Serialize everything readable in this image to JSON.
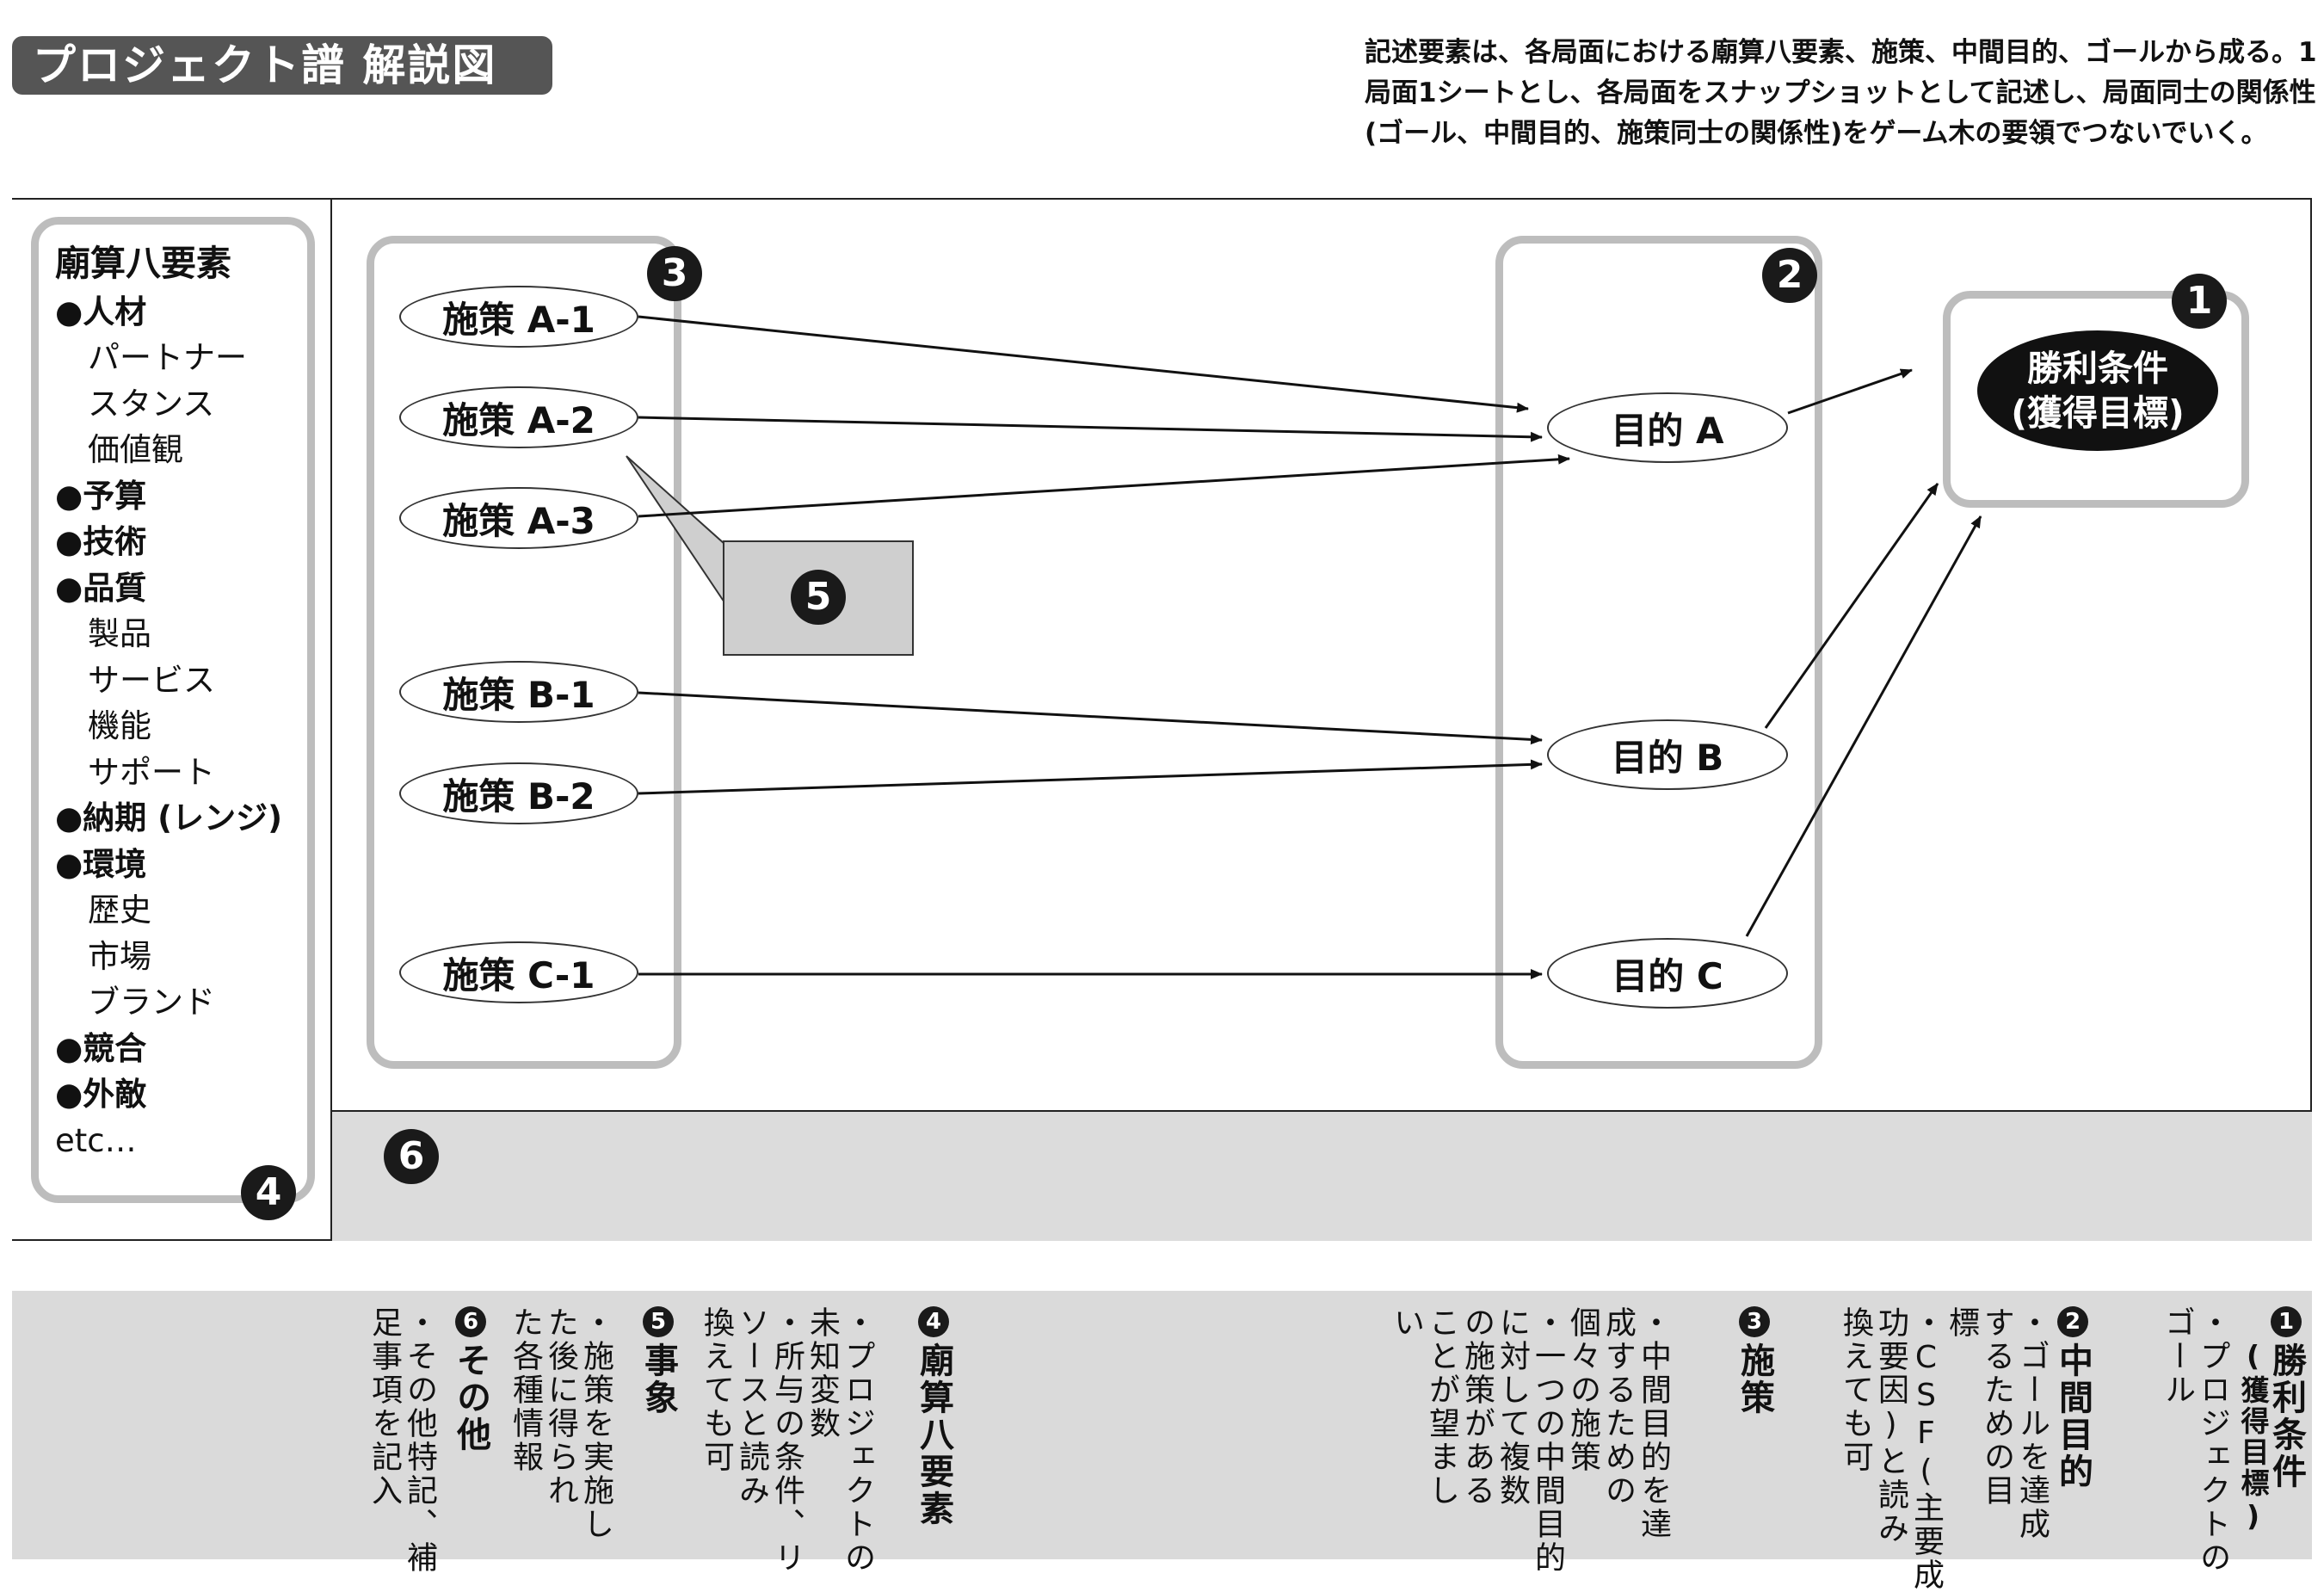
{
  "header": {
    "title": "プロジェクト譜 解説図",
    "note_lines": [
      "記述要素は、各局面における廟算八要素、施策、中間目的、ゴールから成る。1",
      "局面1シートとし、各局面をスナップショットとして記述し、局面同士の関係性",
      "(ゴール、中間目的、施策同士の関係性)をゲーム木の要領でつないでいく。"
    ]
  },
  "left_list": {
    "heading": "廟算八要素",
    "items": [
      {
        "text": "●人材",
        "bold": true
      },
      {
        "text": "パートナー",
        "bold": false
      },
      {
        "text": "スタンス",
        "bold": false
      },
      {
        "text": "価値観",
        "bold": false
      },
      {
        "text": "●予算",
        "bold": true
      },
      {
        "text": "●技術",
        "bold": true
      },
      {
        "text": "●品質",
        "bold": true
      },
      {
        "text": "製品",
        "bold": false
      },
      {
        "text": "サービス",
        "bold": false
      },
      {
        "text": "機能",
        "bold": false
      },
      {
        "text": "サポート",
        "bold": false
      },
      {
        "text": "●納期 (レンジ)",
        "bold": true
      },
      {
        "text": "●環境",
        "bold": true
      },
      {
        "text": "歴史",
        "bold": false
      },
      {
        "text": "市場",
        "bold": false
      },
      {
        "text": "ブランド",
        "bold": false
      },
      {
        "text": "●競合",
        "bold": true
      },
      {
        "text": "●外敵",
        "bold": true
      },
      {
        "text": "etc…",
        "bold": false
      }
    ]
  },
  "measures": [
    "施策 A-1",
    "施策 A-2",
    "施策 A-3",
    "施策 B-1",
    "施策 B-2",
    "施策 C-1"
  ],
  "objectives": [
    "目的 A",
    "目的 B",
    "目的 C"
  ],
  "win_condition": {
    "line1": "勝利条件",
    "line2": "(獲得目標)"
  },
  "markers": {
    "m1": "1",
    "m2": "2",
    "m3": "3",
    "m4": "4",
    "m5": "5",
    "m6": "6"
  },
  "explanations": {
    "m1_title": "勝利条件",
    "m1_sub": "(獲得目標)",
    "m1_body": "・プロジェクトの|ゴール",
    "m2_title": "中間目的",
    "m2_body": "・ゴールを達成|するための目|標|・CSF(主要成|功要因)と読み|換えても可",
    "m3_title": "施策",
    "m3_body": "・中間目的を達|成するための|個々の施策|・一つの中間目的|に対して複数|の施策がある|ことが望まし|い",
    "m4_title": "廟算八要素",
    "m4_body": "・プロジェクトの|未知変数|・所与の条件、リ|ソースと読み|換えても可",
    "m5_title": "事象",
    "m5_body": "・施策を実施し|た後に得られ|た各種情報",
    "m6_title": "その他",
    "m6_body": "・その他特記、補|足事項を記入"
  }
}
